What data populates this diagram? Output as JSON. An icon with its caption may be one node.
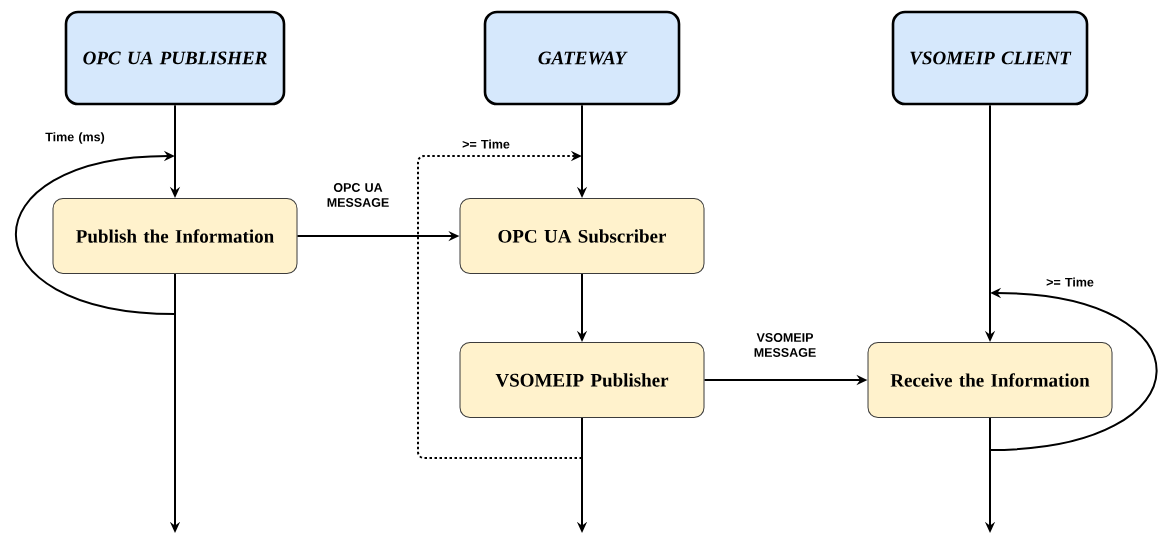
{
  "diagram": {
    "nodes": [
      {
        "text": [
          "OPC UA PUBLISHER"
        ]
      },
      {
        "text": [
          "GATEWAY"
        ]
      },
      {
        "text": [
          "VSOMEIP CLIENT"
        ]
      },
      {
        "text": [
          "Publish the Information"
        ]
      },
      {
        "text": [
          "OPC UA Subscriber"
        ]
      },
      {
        "text": [
          "VSOMEIP Publisher"
        ]
      },
      {
        "text": [
          "Receive the Information"
        ]
      }
    ],
    "edges": [
      {
        "from": 0,
        "to": 3,
        "arrow": "to"
      },
      {
        "from": 3,
        "to": null,
        "arrow": "to"
      },
      {
        "from": 3,
        "to": 3,
        "arrow": "to",
        "label": "Time (ms)"
      },
      {
        "from": 3,
        "to": 4,
        "arrow": "to",
        "label": "OPC UA MESSAGE"
      },
      {
        "from": 1,
        "to": 4,
        "arrow": "to"
      },
      {
        "from": 4,
        "to": 5,
        "arrow": "to"
      },
      {
        "from": 5,
        "to": null,
        "arrow": "to"
      },
      {
        "from": 5,
        "to": 4,
        "arrow": "to",
        "label": ">= Time",
        "style": "dashed"
      },
      {
        "from": 5,
        "to": 6,
        "arrow": "to",
        "label": "VSOMEIP MESSAGE"
      },
      {
        "from": 2,
        "to": 6,
        "arrow": "to"
      },
      {
        "from": 6,
        "to": null,
        "arrow": "to"
      },
      {
        "from": 6,
        "to": 6,
        "arrow": "to",
        "label": ">= Time"
      }
    ]
  }
}
